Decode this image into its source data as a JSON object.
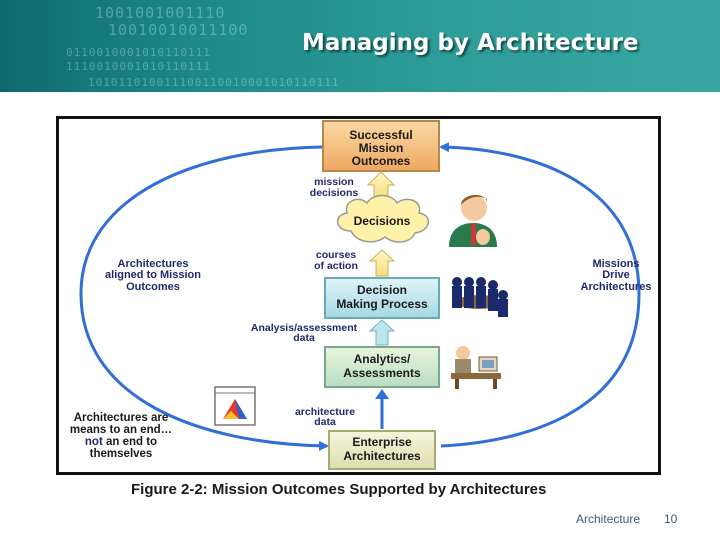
{
  "slide": {
    "title": "Managing by Architecture",
    "footer_label": "Architecture",
    "page_number": "10",
    "binary_rows": [
      "1001001001110",
      "10010010011100",
      "0110010001010110111",
      "1110010001010110111",
      "101011010011100110010001010110111"
    ]
  },
  "figure": {
    "caption": "Figure 2-2: Mission Outcomes Supported by Architectures",
    "boxes": {
      "outcomes": [
        "Successful",
        "Mission",
        "Outcomes"
      ],
      "decisions": [
        "Decisions"
      ],
      "decision_process": [
        "Decision",
        "Making Process"
      ],
      "analytics": [
        "Analytics/",
        "Assessments"
      ],
      "enterprise": [
        "Enterprise",
        "Architectures"
      ]
    },
    "flows": {
      "mission_decisions": [
        "mission",
        "decisions"
      ],
      "courses_of_action": [
        "courses",
        "of action"
      ],
      "analysis_data": [
        "Analysis/assessment",
        "data"
      ],
      "architecture_data": [
        "architecture",
        "data"
      ]
    },
    "side_labels": {
      "left": [
        "Architectures",
        "aligned to Mission",
        "Outcomes"
      ],
      "right": [
        "Missions",
        "Drive",
        "Architectures"
      ]
    },
    "note": {
      "line1": "Architectures are",
      "line2": "means to an end…",
      "line3_emph": "not",
      "line3_rest": " an end to",
      "line4": "themselves"
    }
  },
  "colors": {
    "banner": "#1d8a88",
    "cycle_arrow": "#2f6fd6",
    "outcome_box": "#f2b876",
    "process_box": "#b7e3ec",
    "enterprise_box": "#ededc6",
    "cloud": "#fff1a8"
  }
}
